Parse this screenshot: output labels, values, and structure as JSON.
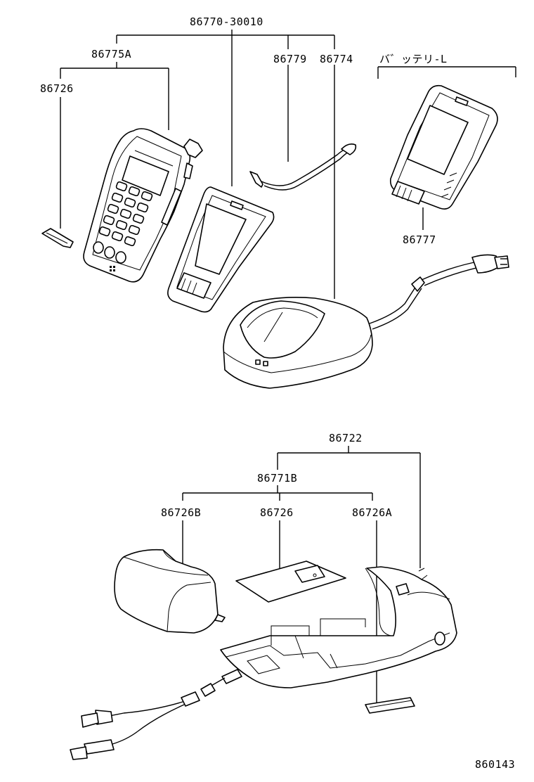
{
  "labels": {
    "kit": "86770-30010",
    "handset": "86775A",
    "left_small": "86726",
    "strap": "86779",
    "charger": "86774",
    "battery_group": "バ゛ッテリ-L",
    "battery": "86777",
    "cradle": "86722",
    "cradle_sub": "86771B",
    "cover_b": "86726B",
    "plate": "86726",
    "cover_a": "86726A",
    "figure_no": "860143"
  }
}
